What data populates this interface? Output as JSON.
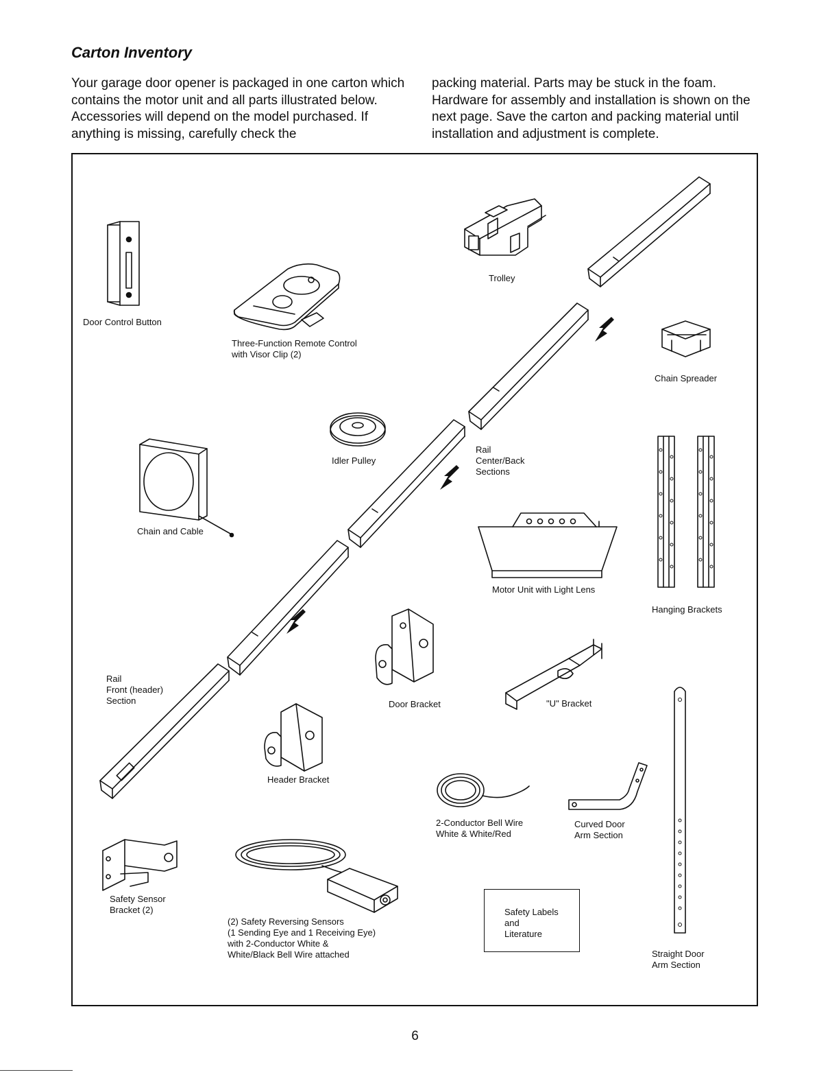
{
  "title": "Carton Inventory",
  "intro": {
    "col1": "Your garage door opener is packaged in one carton which contains the motor unit and all parts illustrated below. Accessories will depend on the model purchased. If anything is missing, carefully check the",
    "col2": "packing material. Parts may be stuck in the foam. Hardware for assembly and installation is shown on the next page. Save the carton and packing material until installation and adjustment is complete."
  },
  "parts": {
    "door_control_button": "Door Control Button",
    "remote_control": "Three-Function Remote Control\nwith Visor Clip (2)",
    "trolley": "Trolley",
    "chain_spreader": "Chain Spreader",
    "idler_pulley": "Idler Pulley",
    "chain_and_cable": "Chain and Cable",
    "rail_center_back": "Rail\nCenter/Back\nSections",
    "motor_unit": "Motor Unit with Light Lens",
    "hanging_brackets": "Hanging Brackets",
    "rail_front": "Rail\nFront (header)\nSection",
    "door_bracket": "Door Bracket",
    "u_bracket": "\"U\" Bracket",
    "header_bracket": "Header Bracket",
    "bell_wire": "2-Conductor Bell Wire\nWhite & White/Red",
    "curved_arm": "Curved Door\nArm Section",
    "safety_sensor_bracket": "Safety Sensor\nBracket (2)",
    "safety_reversing_sensors": "(2) Safety Reversing Sensors\n(1 Sending Eye and 1 Receiving Eye)\nwith 2-Conductor White &\nWhite/Black Bell Wire attached",
    "safety_labels": "Safety Labels\nand\nLiterature",
    "straight_arm": "Straight Door\nArm Section"
  },
  "page_number": "6"
}
